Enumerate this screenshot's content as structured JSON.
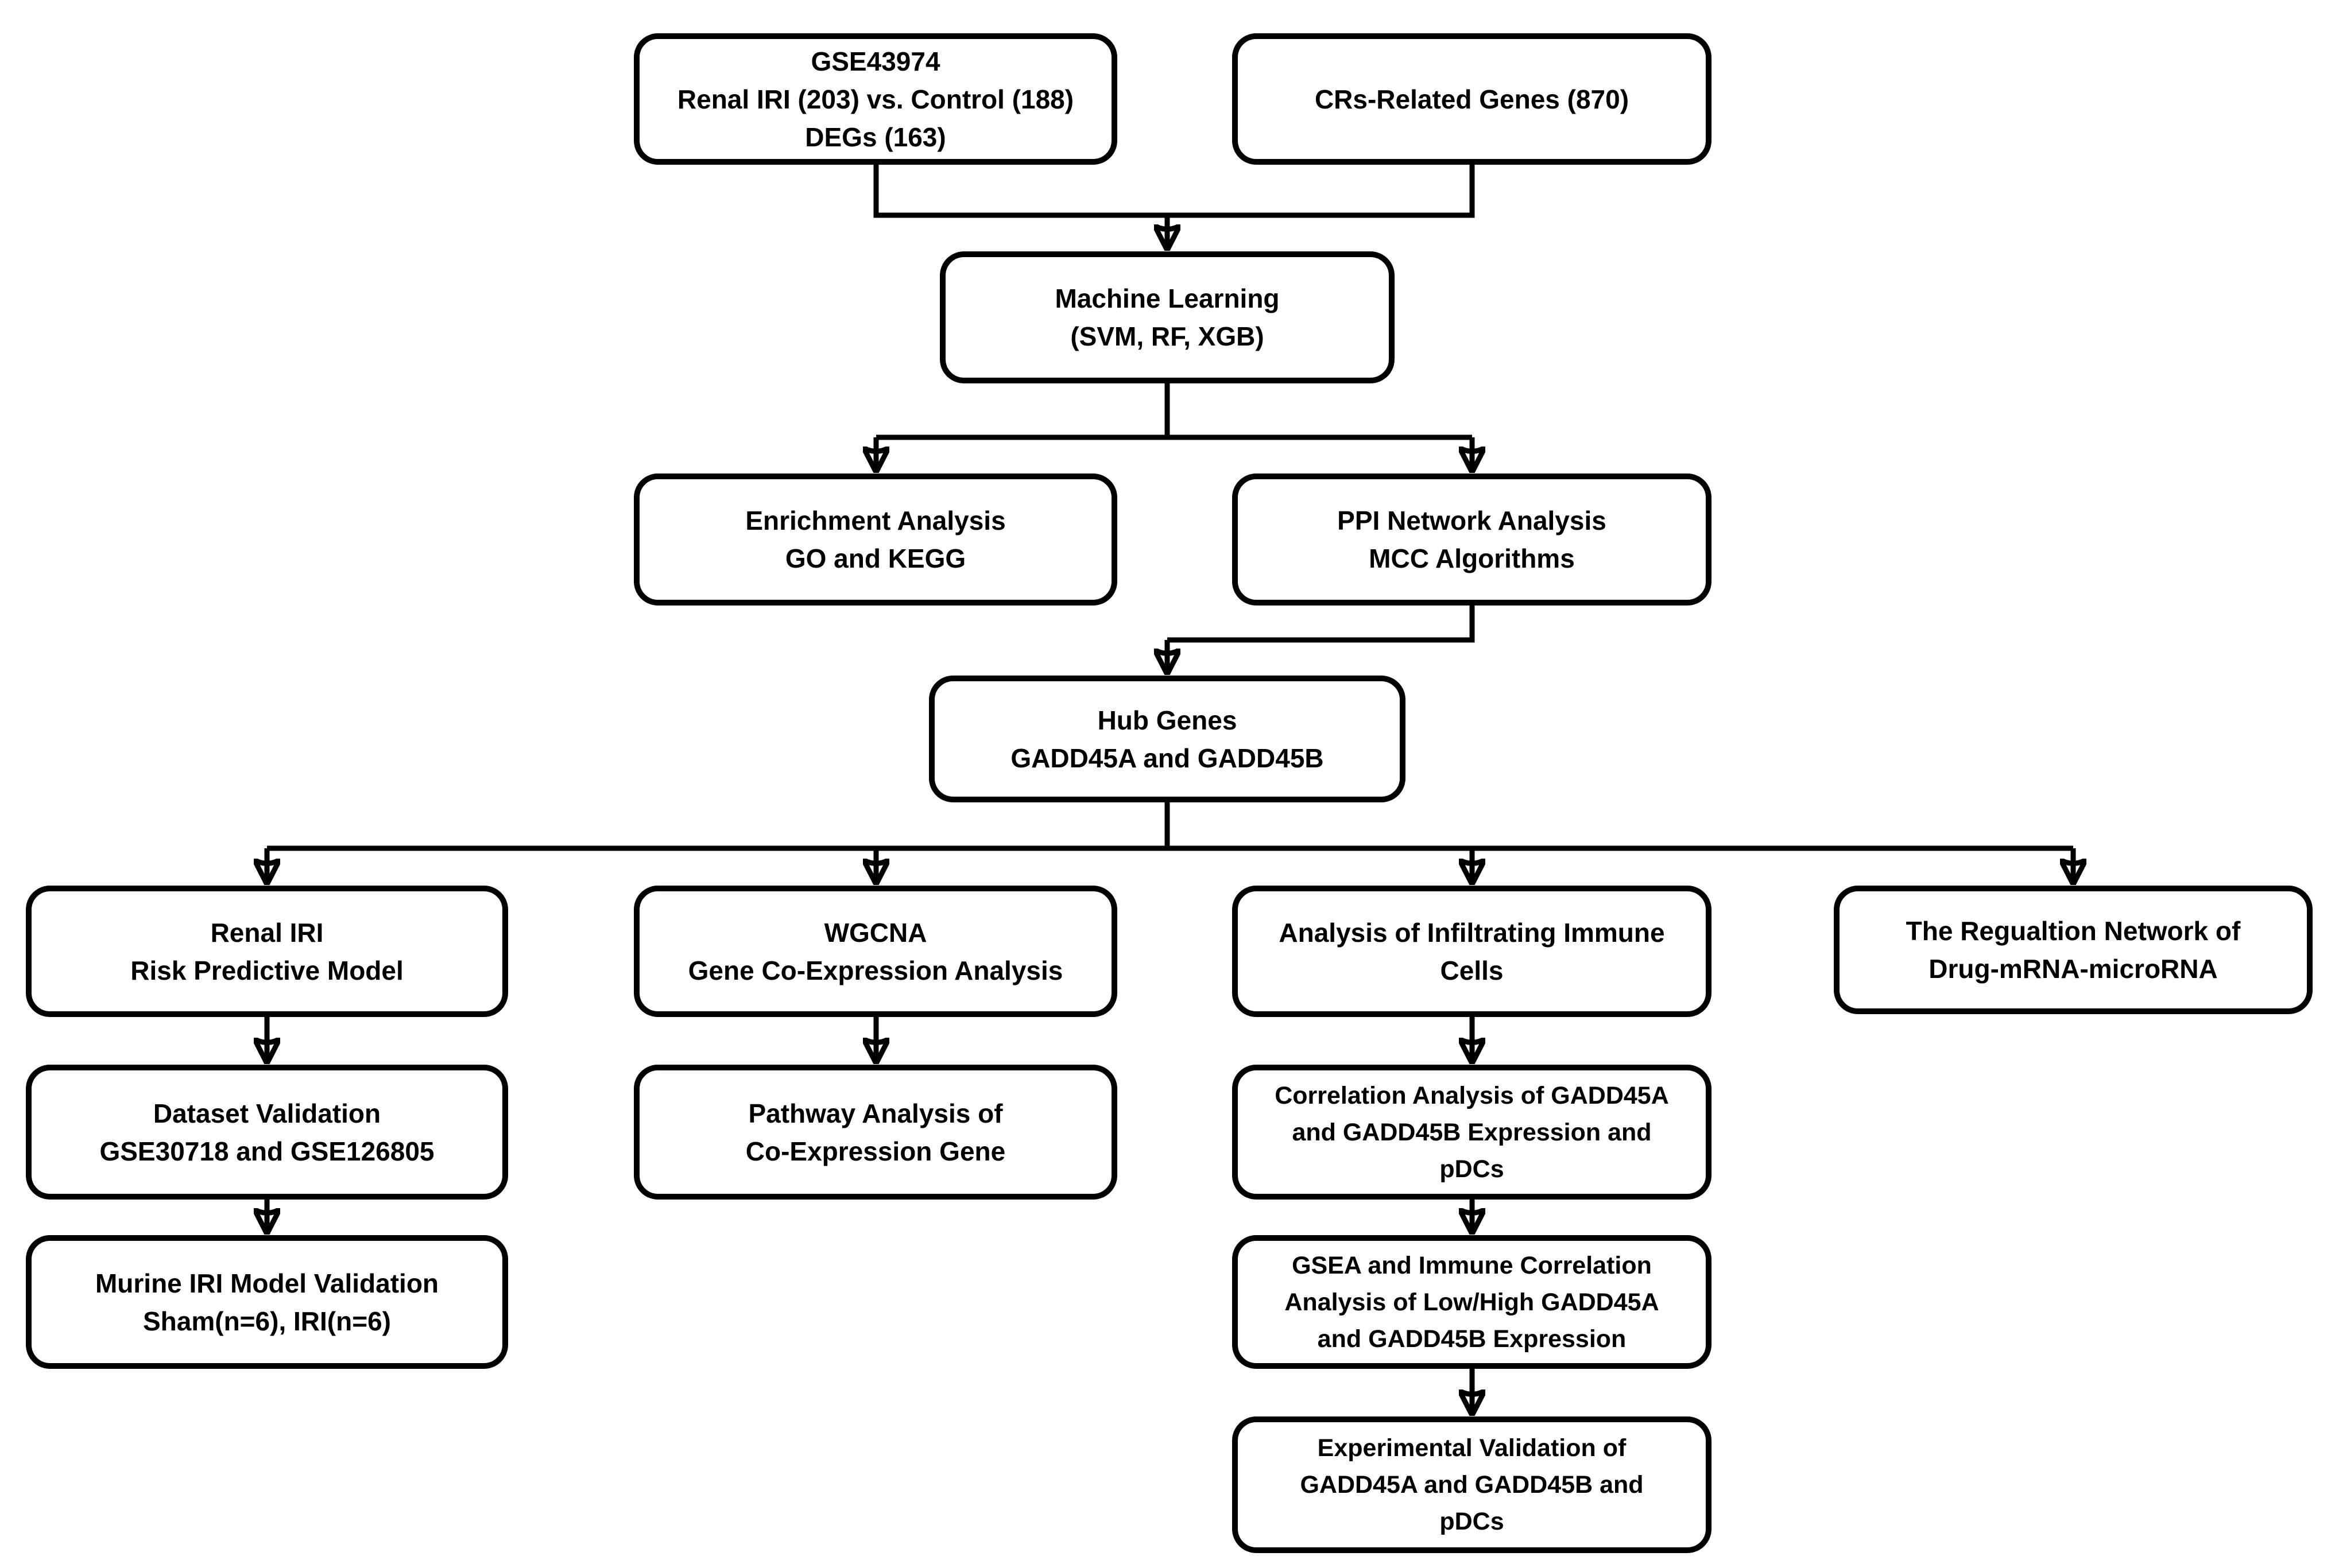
{
  "figure": {
    "type": "flowchart",
    "background_color": "#ffffff",
    "box_fill_color": "#ffffff",
    "box_border_color": "#000000",
    "connector_color": "#000000",
    "text_color": "#000000"
  },
  "nodes": {
    "gse43974_degs": {
      "text": "GSE43974\nRenal IRI (203) vs. Control (188)\nDEGs (163)"
    },
    "crs_related_genes": {
      "text": "CRs-Related Genes (870)"
    },
    "machine_learning": {
      "text": "Machine Learning\n(SVM, RF, XGB)"
    },
    "enrichment_analysis": {
      "text": "Enrichment Analysis\nGO and KEGG"
    },
    "ppi_network": {
      "text": "PPI Network Analysis\nMCC Algorithms"
    },
    "hub_genes": {
      "text": "Hub Genes\nGADD45A and GADD45B"
    },
    "risk_model": {
      "text": "Renal IRI\nRisk Predictive Model"
    },
    "wgcna": {
      "text": "WGCNA\nGene Co-Expression Analysis"
    },
    "immune_cells": {
      "text": "Analysis of Infiltrating Immune\nCells"
    },
    "regulation_network": {
      "text": "The Regualtion Network of\nDrug-mRNA-microRNA"
    },
    "dataset_validation": {
      "text": "Dataset Validation\nGSE30718 and GSE126805"
    },
    "pathway_analysis": {
      "text": "Pathway Analysis of\nCo-Expression Gene"
    },
    "correlation_pdcs": {
      "text": "Correlation Analysis of GADD45A\nand GADD45B Expression and\npDCs"
    },
    "murine_validation": {
      "text": "Murine IRI Model Validation\nSham(n=6), IRI(n=6)"
    },
    "gsea_immune": {
      "text": "GSEA and Immune Correlation\nAnalysis of Low/High GADD45A\nand GADD45B Expression"
    },
    "experimental_validation": {
      "text": "Experimental Validation of\nGADD45A and GADD45B and\npDCs"
    }
  }
}
